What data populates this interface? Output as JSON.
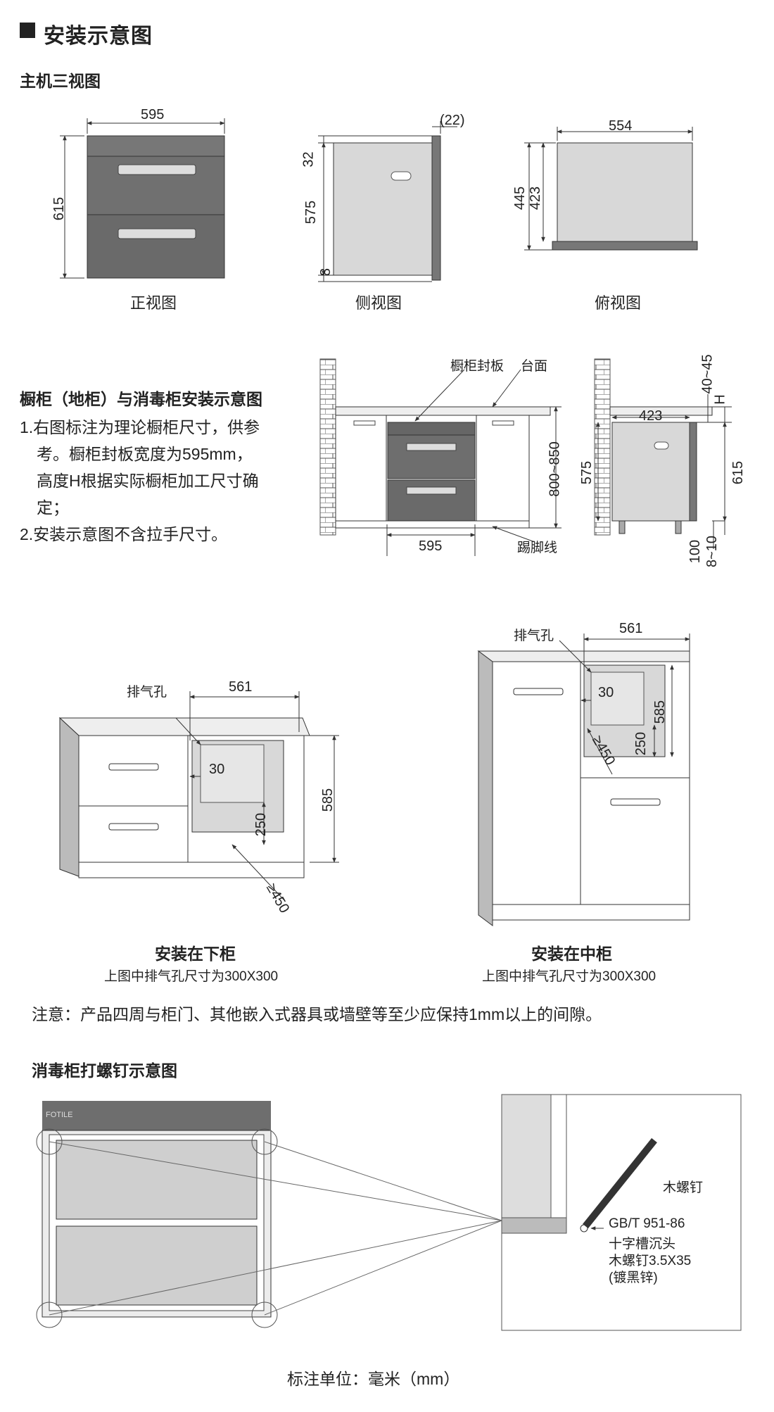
{
  "page": {
    "title": "安装示意图",
    "sub_views": "主机三视图",
    "section_cabinet": "橱柜（地柜）与消毒柜安装示意图",
    "notes": [
      "1.右图标注为理论橱柜尺寸，供参",
      "考。橱柜封板宽度为595mm，",
      "高度H根据实际橱柜加工尺寸确",
      "定；",
      "2.安装示意图不含拉手尺寸。"
    ],
    "warning": "注意：产品四周与柜门、其他嵌入式器具或墙壁等至少应保持1mm以上的间隙。",
    "section_screw": "消毒柜打螺钉示意图",
    "unit_note": "标注单位：毫米（mm）"
  },
  "views": {
    "front": {
      "caption": "正视图",
      "width": "595",
      "height": "615"
    },
    "side": {
      "caption": "侧视图",
      "top": "32",
      "mid": "575",
      "bottom": "8",
      "depth": "(22)"
    },
    "top": {
      "caption": "俯视图",
      "width": "554",
      "h1": "445",
      "h2": "423"
    }
  },
  "cabinet": {
    "board_label": "橱柜封板",
    "counter_label": "台面",
    "kick_label": "踢脚线",
    "width": "595",
    "height": "800~850",
    "side_gap": "40~45",
    "side_h": "H",
    "side_depth": "423",
    "side_575": "575",
    "side_615": "615",
    "side_100": "100",
    "side_810": "8~10"
  },
  "install_lower": {
    "caption": "安装在下柜",
    "sub": "上图中排气孔尺寸为300X300",
    "vent": "排气孔",
    "w": "561",
    "v30": "30",
    "v250": "250",
    "v585": "585",
    "v450": "≥450"
  },
  "install_mid": {
    "caption": "安装在中柜",
    "sub": "上图中排气孔尺寸为300X300",
    "vent": "排气孔",
    "w": "561",
    "v30": "30",
    "v250": "250",
    "v585": "585",
    "v450": "≥450"
  },
  "screw": {
    "brand": "FOTILE",
    "wood_screw": "木螺钉",
    "spec1": "GB/T 951-86",
    "spec2": "十字槽沉头",
    "spec3": "木螺钉3.5X35",
    "spec4": "(镀黑锌)"
  },
  "colors": {
    "panel": "#6e6e6e",
    "body": "#d8d8d8",
    "line": "#333333"
  }
}
